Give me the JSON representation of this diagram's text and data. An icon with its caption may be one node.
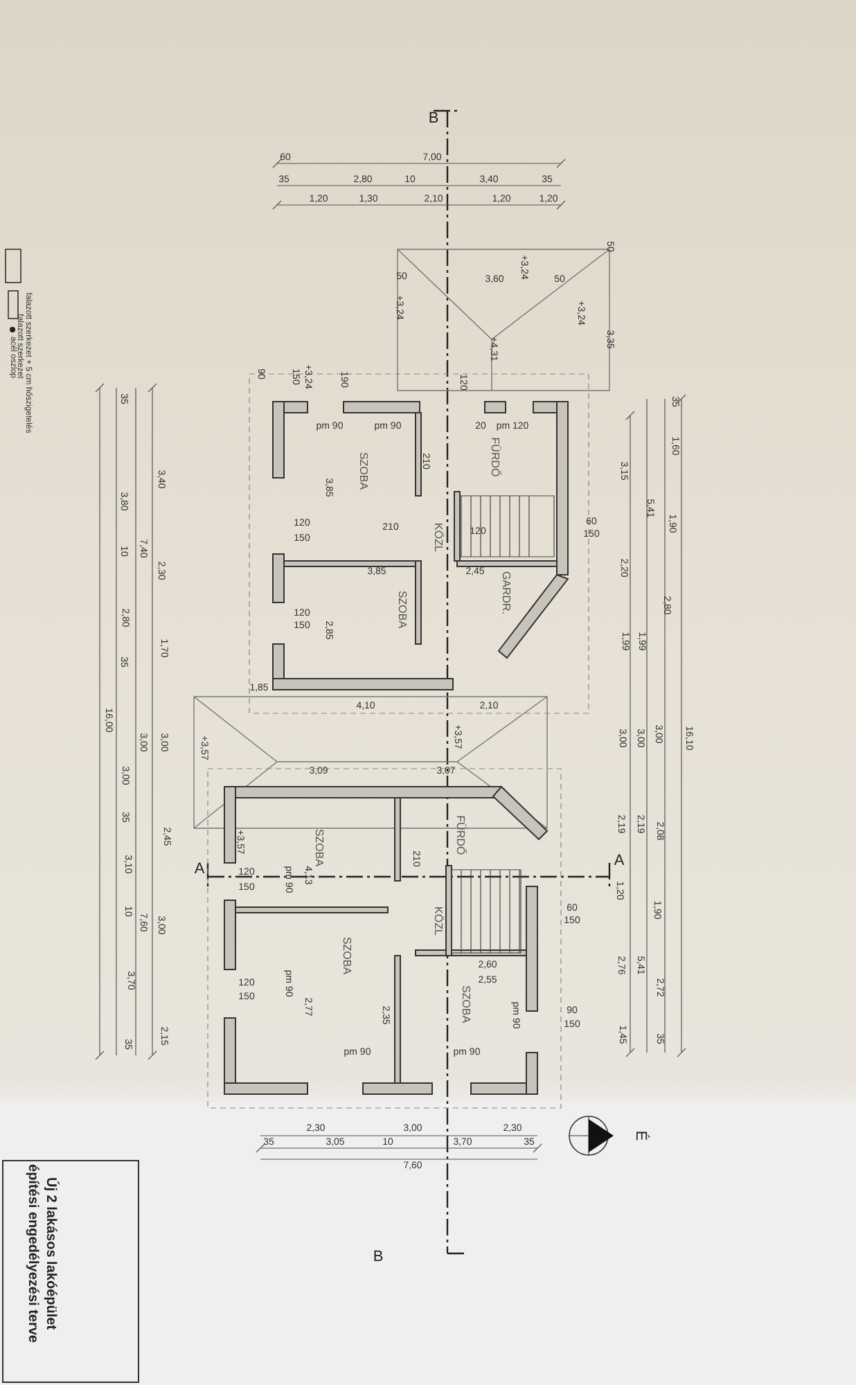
{
  "diagram": {
    "title": "Új 2 lakásos lakóépület építési engedélyezési terve",
    "labels": [
      "B",
      "60",
      "7,00",
      "35",
      "2,80",
      "10",
      "3,40",
      "35",
      "1,20",
      "1,30",
      "2,10",
      "1,20",
      "1,20",
      "50",
      "50",
      "3,60",
      "50",
      "+3,24",
      "+3,24",
      "+3,24",
      "3,35",
      "+4,31",
      "90",
      "150",
      "+3,24",
      "190",
      "120",
      "pm 90",
      "pm 90",
      "20",
      "pm 120",
      "SZOBA",
      "FÜRDŐ",
      "3,85",
      "210",
      "210",
      "KÖZL",
      "120",
      "60",
      "150",
      "120",
      "150",
      "3,85",
      "2,45",
      "SZOBA",
      "GARDR.",
      "2,85",
      "120",
      "150",
      "1,85",
      "4,10",
      "2,10",
      "3,09",
      "3,07",
      "+3,57",
      "+3,57",
      "+3,57",
      "SZOBA",
      "FÜRDŐ",
      "4,13",
      "120",
      "150",
      "pm 90",
      "210",
      "60",
      "150",
      "KÖZL",
      "A",
      "A",
      "2,60",
      "2,55",
      "SZOBA",
      "SZOBA",
      "120",
      "150",
      "pm 90",
      "2,77",
      "2,35",
      "90",
      "150",
      "pm 90",
      "pm 90",
      "pm 90",
      "35",
      "1,60",
      "1,90",
      "2,80",
      "3,00",
      "16,10",
      "2,08",
      "1,90",
      "2,72",
      "35",
      "5,41",
      "1,99",
      "3,00",
      "2,19",
      "5,41",
      "3,15",
      "2,20",
      "1,99",
      "3,00",
      "2,19",
      "1,20",
      "2,76",
      "1,45",
      "3,40",
      "2,30",
      "1,70",
      "3,00",
      "2,45",
      "3,00",
      "2,15",
      "7,40",
      "3,00",
      "7,60",
      "35",
      "3,80",
      "10",
      "2,80",
      "35",
      "3,00",
      "35",
      "3,10",
      "10",
      "3,70",
      "35",
      "16,00",
      "2,30",
      "3,00",
      "2,30",
      "35",
      "3,05",
      "10",
      "3,70",
      "35",
      "7,60",
      "É",
      "B"
    ],
    "legend": [
      {
        "text": "falazott szerkezet + 5 cm hőszigetelés"
      },
      {
        "text": "falazott szerkezet"
      },
      {
        "text": "acél oszlop"
      }
    ]
  }
}
